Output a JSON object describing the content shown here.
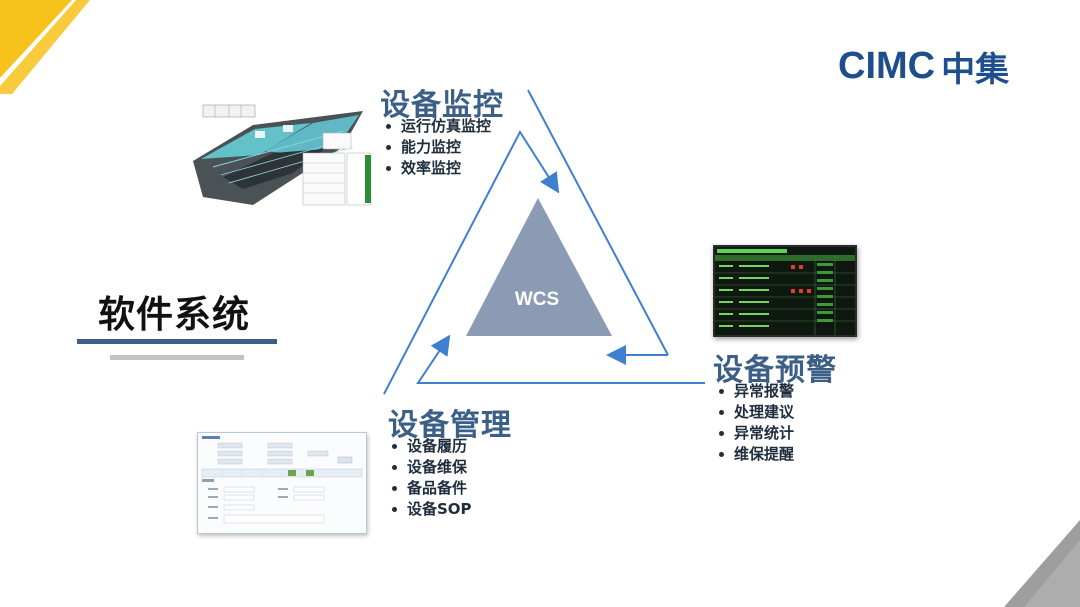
{
  "logo": {
    "latin": "CIMC",
    "cjk": "中集"
  },
  "main_title": "软件系统",
  "center": {
    "label": "WCS"
  },
  "sections": {
    "monitor": {
      "title": "设备监控",
      "items": [
        "运行仿真监控",
        "能力监控",
        "效率监控"
      ]
    },
    "warning": {
      "title": "设备预警",
      "items": [
        "异常报警",
        "处理建议",
        "异常统计",
        "维保提醒"
      ]
    },
    "management": {
      "title": "设备管理",
      "items": [
        "设备履历",
        "设备维保",
        "备品备件",
        "设备SOP"
      ]
    }
  },
  "colors": {
    "accent_blue": "#3b5f86",
    "arrow_blue": "#3f7fd0",
    "triangle_fill": "#8b9bb4",
    "corner_yellow": "#f7c21b",
    "corner_gray": "#9e9e9e"
  }
}
